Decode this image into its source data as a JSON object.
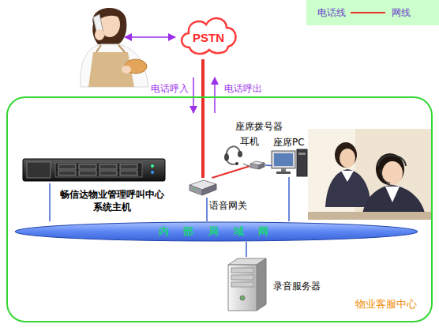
{
  "diagram": {
    "nodes": [
      {
        "text": [
          "PSTN"
        ]
      },
      {
        "text": [
          "物业客服中心"
        ]
      },
      {
        "text": [
          "畅信达物业管理呼叫中心 系统主机"
        ],
        "in": 1
      },
      {
        "text": [
          "座席拨号器"
        ],
        "in": 1
      },
      {
        "text": [
          "耳机"
        ],
        "in": 1
      },
      {
        "text": [
          "座席PC"
        ],
        "in": 1
      },
      {
        "text": [
          "语音网关"
        ],
        "in": 1
      },
      {
        "text": [
          "内 部 局 域 网"
        ],
        "in": 1
      },
      {
        "text": [
          "录音服务器"
        ],
        "in": 1
      }
    ],
    "edges": [
      {
        "from": 0,
        "to": 6,
        "arrow": "none"
      },
      {
        "from": 6,
        "to": 3,
        "arrow": "none"
      },
      {
        "from": 4,
        "to": 3,
        "arrow": "none"
      },
      {
        "from": 3,
        "to": 5,
        "arrow": "none"
      },
      {
        "from": 2,
        "to": 7,
        "arrow": "none"
      },
      {
        "from": 6,
        "to": 7,
        "arrow": "none"
      },
      {
        "from": 5,
        "to": 7,
        "arrow": "none"
      },
      {
        "from": 8,
        "to": 7,
        "arrow": "none"
      }
    ],
    "labels": [
      "电话呼入",
      "电话呼出"
    ],
    "legend": [
      {
        "text": "电话线"
      },
      {
        "text": "网线"
      }
    ]
  }
}
